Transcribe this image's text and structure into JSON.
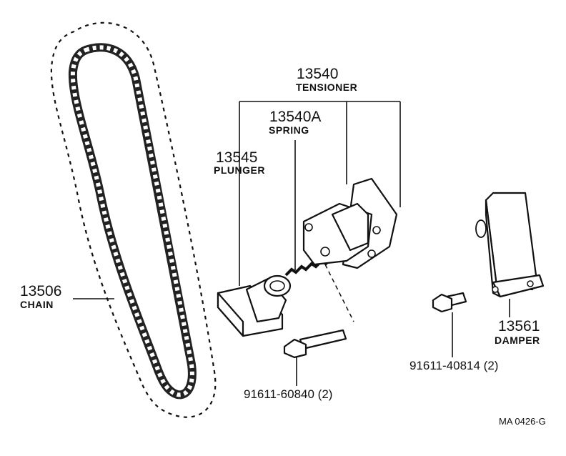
{
  "parts": {
    "tensioner": {
      "number": "13540",
      "name": "TENSIONER"
    },
    "spring": {
      "number": "13540A",
      "name": "SPRING"
    },
    "plunger": {
      "number": "13545",
      "name": "PLUNGER"
    },
    "chain": {
      "number": "13506",
      "name": "CHAIN"
    },
    "damper": {
      "number": "13561",
      "name": "DAMPER"
    },
    "bolt_tensioner": {
      "number": "91611-60840 (2)"
    },
    "bolt_damper": {
      "number": "91611-40814 (2)"
    }
  },
  "drawing_code": "MA  0426-G"
}
